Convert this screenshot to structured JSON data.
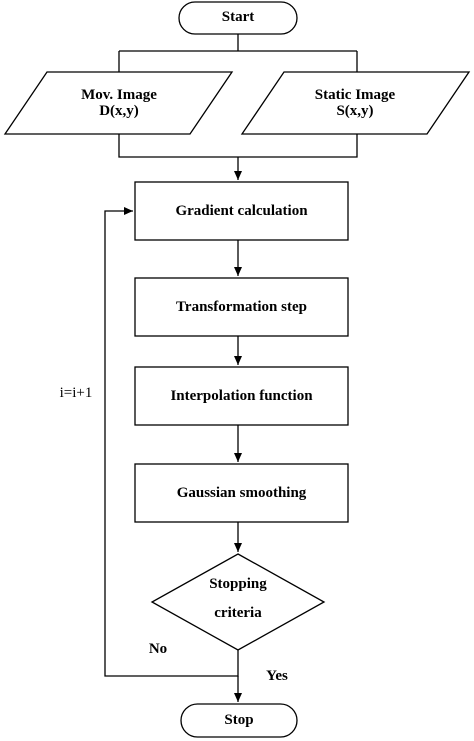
{
  "diagram": {
    "start_label": "Start",
    "stop_label": "Stop",
    "moving_image": {
      "line1": "Mov. Image",
      "line2": "D(x,y)"
    },
    "static_image": {
      "line1": "Static Image",
      "line2": "S(x,y)"
    },
    "steps": {
      "gradient": "Gradient calculation",
      "transformation": "Transformation step",
      "interpolation": "Interpolation function",
      "smoothing": "Gaussian smoothing"
    },
    "decision": {
      "line1": "Stopping",
      "line2": "criteria"
    },
    "edges": {
      "no": "No",
      "yes": "Yes",
      "loop": "i=i+1"
    }
  }
}
